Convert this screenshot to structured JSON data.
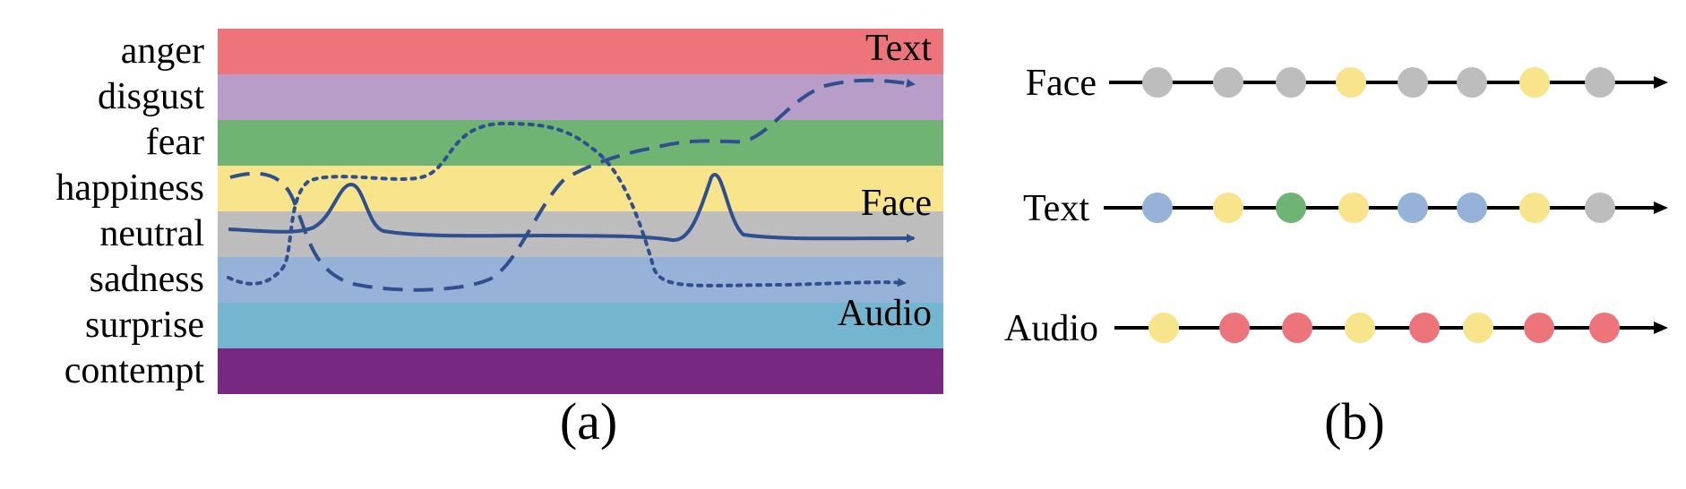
{
  "panel_a": {
    "caption": "(a)",
    "emotions": [
      {
        "label": "anger",
        "color": "#ee747c"
      },
      {
        "label": "disgust",
        "color": "#b89dc8"
      },
      {
        "label": "fear",
        "color": "#70b473"
      },
      {
        "label": "happiness",
        "color": "#f7e48b"
      },
      {
        "label": "neutral",
        "color": "#bdbdbd"
      },
      {
        "label": "sadness",
        "color": "#96b2d8"
      },
      {
        "label": "surprise",
        "color": "#74b6cf"
      },
      {
        "label": "contempt",
        "color": "#772881"
      }
    ],
    "curve_color": "#2f4f8f",
    "curves": [
      {
        "label": "Text",
        "style": "dashed"
      },
      {
        "label": "Face",
        "style": "solid"
      },
      {
        "label": "Audio",
        "style": "dotted"
      }
    ]
  },
  "panel_b": {
    "caption": "(b)",
    "timelines": [
      {
        "label": "Face",
        "sequence": [
          "neutral",
          "neutral",
          "neutral",
          "happiness",
          "neutral",
          "neutral",
          "happiness",
          "neutral"
        ]
      },
      {
        "label": "Text",
        "sequence": [
          "sadness",
          "happiness",
          "fear",
          "happiness",
          "sadness",
          "sadness",
          "happiness",
          "neutral"
        ]
      },
      {
        "label": "Audio",
        "sequence": [
          "happiness",
          "anger",
          "anger",
          "happiness",
          "anger",
          "happiness",
          "anger",
          "anger"
        ]
      }
    ]
  }
}
